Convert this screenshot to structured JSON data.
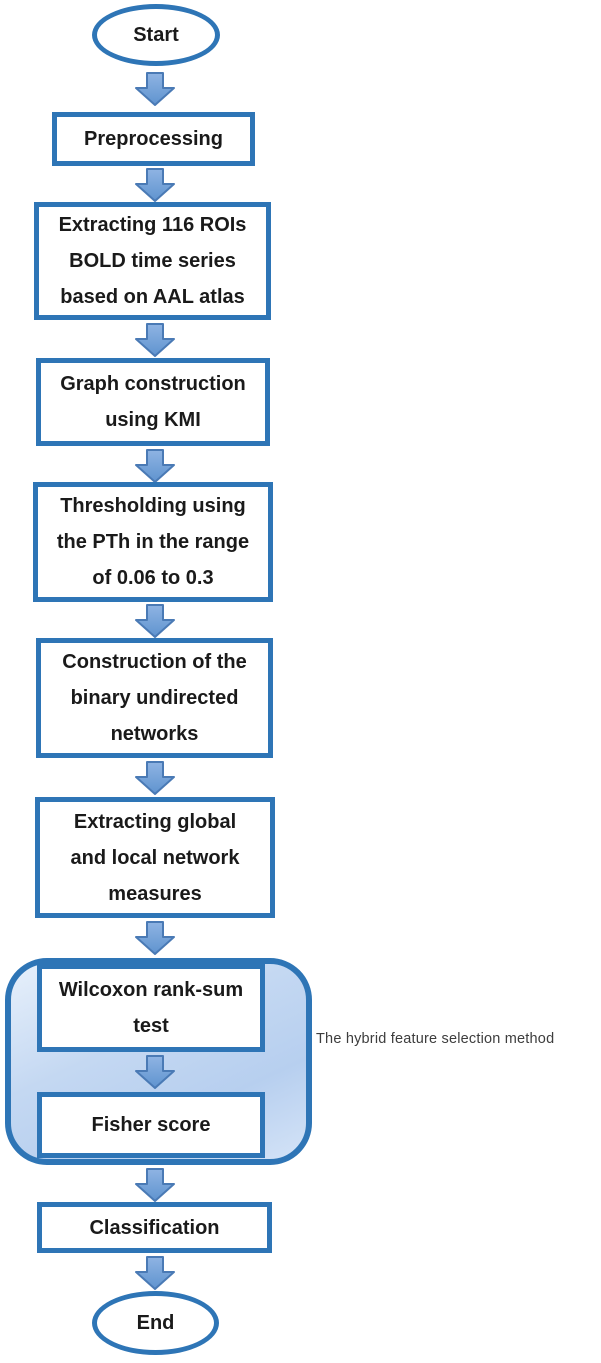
{
  "colors": {
    "outline_blue": "#2e75b6",
    "arrow_fill_top": "#8fb4e3",
    "arrow_fill_bottom": "#5f93cf",
    "arrow_stroke": "#4a7ab5",
    "group_fill_light": "#e7f0fb",
    "group_fill_dark": "#b7cfef",
    "node_text": "#1a1a1a",
    "annotation_text": "#3d3d3d"
  },
  "nodes": {
    "start": {
      "lines": [
        "Start"
      ]
    },
    "preprocessing": {
      "lines": [
        "Preprocessing"
      ]
    },
    "extract_rois": {
      "lines": [
        "Extracting 116 ROIs",
        "BOLD time series",
        "based on AAL atlas"
      ]
    },
    "graph_construction": {
      "lines": [
        "Graph construction",
        "using KMI"
      ]
    },
    "thresholding": {
      "lines": [
        "Thresholding using",
        "the PTh in the range",
        "of 0.06 to 0.3"
      ]
    },
    "binary_networks": {
      "lines": [
        "Construction of the",
        "binary undirected",
        "networks"
      ]
    },
    "network_measures": {
      "lines": [
        "Extracting global",
        "and local network",
        "measures"
      ]
    },
    "wilcoxon": {
      "lines": [
        "Wilcoxon rank-sum",
        "test"
      ]
    },
    "fisher": {
      "lines": [
        "Fisher score"
      ]
    },
    "classification": {
      "lines": [
        "Classification"
      ]
    },
    "end": {
      "lines": [
        "End"
      ]
    }
  },
  "hybrid_group": {
    "caption": "The hybrid feature selection method"
  }
}
